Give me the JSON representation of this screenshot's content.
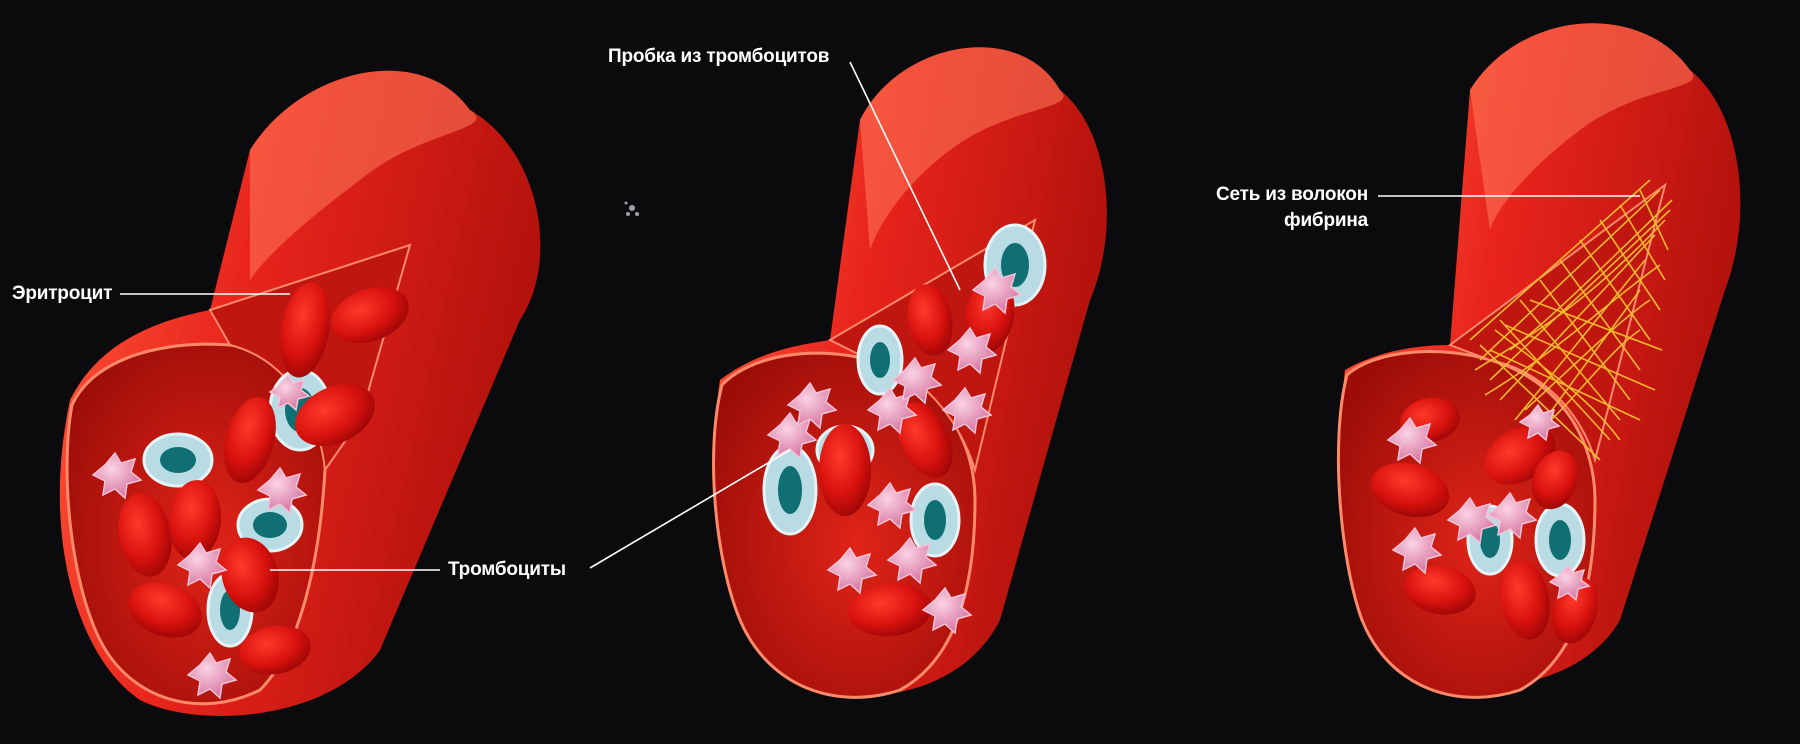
{
  "labels": {
    "erythrocyte": "Эритроцит",
    "platelets": "Тромбоциты",
    "platelet_plug": "Пробка из тромбоцитов",
    "fibrin_line1": "Сеть из волокон",
    "fibrin_line2": "фибрина"
  },
  "colors": {
    "background": "#0b0b0d",
    "vessel_wall": "#e8241c",
    "vessel_highlight": "#ff6a4e",
    "vessel_interior": "#c5140f",
    "red_blood_cell": "#d8120e",
    "platelet": "#e58fb3",
    "leukocyte_ring": "#b8dbe4",
    "leukocyte_core": "#0f6f72",
    "fibrin": "#f3c12e"
  },
  "vessels": [
    {
      "stage": 1,
      "contents": [
        "red-blood-cells",
        "platelets",
        "leukocytes"
      ]
    },
    {
      "stage": 2,
      "contents": [
        "red-blood-cells",
        "platelet-plug",
        "leukocytes"
      ]
    },
    {
      "stage": 3,
      "contents": [
        "red-blood-cells",
        "platelets",
        "fibrin-network"
      ]
    }
  ]
}
